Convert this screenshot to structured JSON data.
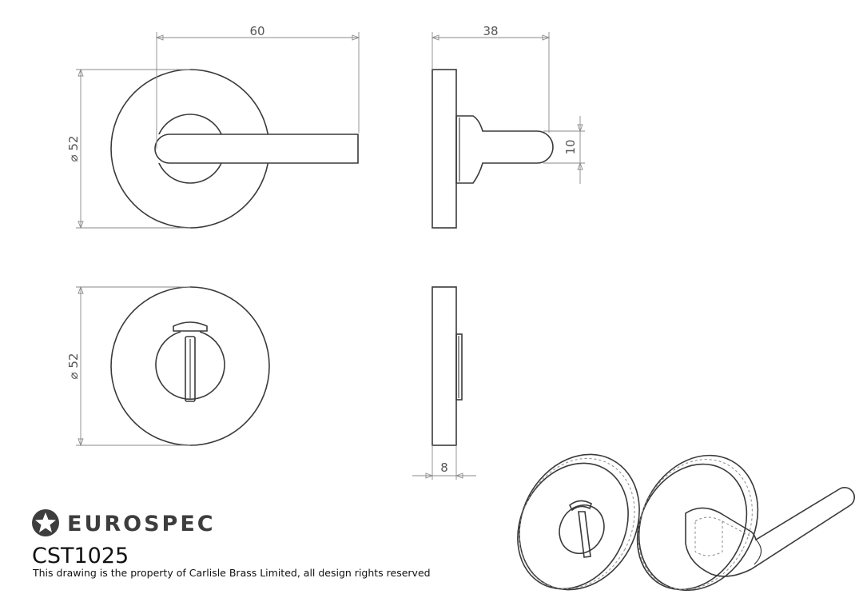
{
  "dimensions": {
    "lever_length": "60",
    "projection": "38",
    "rose_diameter_top": "⌀ 52",
    "rose_diameter_bottom": "⌀ 52",
    "lever_thickness": "10",
    "rose_depth": "8"
  },
  "logo": {
    "brand_name": "EUROSPEC",
    "icon": "star-in-circle-icon"
  },
  "product_code": "CST1025",
  "copyright_notice": "This drawing is the property of Carlisle Brass Limited, all design rights reserved",
  "colors": {
    "line": "#3a3a3a",
    "dimension": "#8a8a8a",
    "brand": "#3d3d3d"
  }
}
